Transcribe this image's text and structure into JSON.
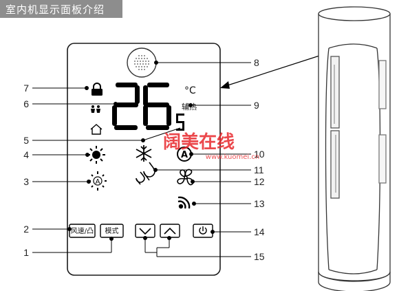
{
  "title": "室内机显示面板介绍",
  "panel": {
    "temperature_display": "26",
    "extra_digit": "5",
    "celsius_label": "°C",
    "aux_heat_label": "辅热",
    "fan_speed_button_label": "风速/凸",
    "mode_button_label": "模式",
    "power_symbol": "⏻"
  },
  "callouts": [
    "1",
    "2",
    "3",
    "4",
    "5",
    "6",
    "7",
    "8",
    "9",
    "10",
    "11",
    "12",
    "13",
    "14",
    "15"
  ],
  "watermark": {
    "text": "阔美在线",
    "subtext": "www.kuomei.cn"
  },
  "icons": [
    "lock-icon",
    "people-icon",
    "home-icon",
    "sun-icon",
    "auto-icon",
    "snowflake-icon",
    "auto-mode-icon",
    "water-drop-icon",
    "fan-icon",
    "wifi-icon",
    "speaker-icon",
    "power-icon",
    "down-arrow-icon",
    "up-arrow-icon"
  ]
}
